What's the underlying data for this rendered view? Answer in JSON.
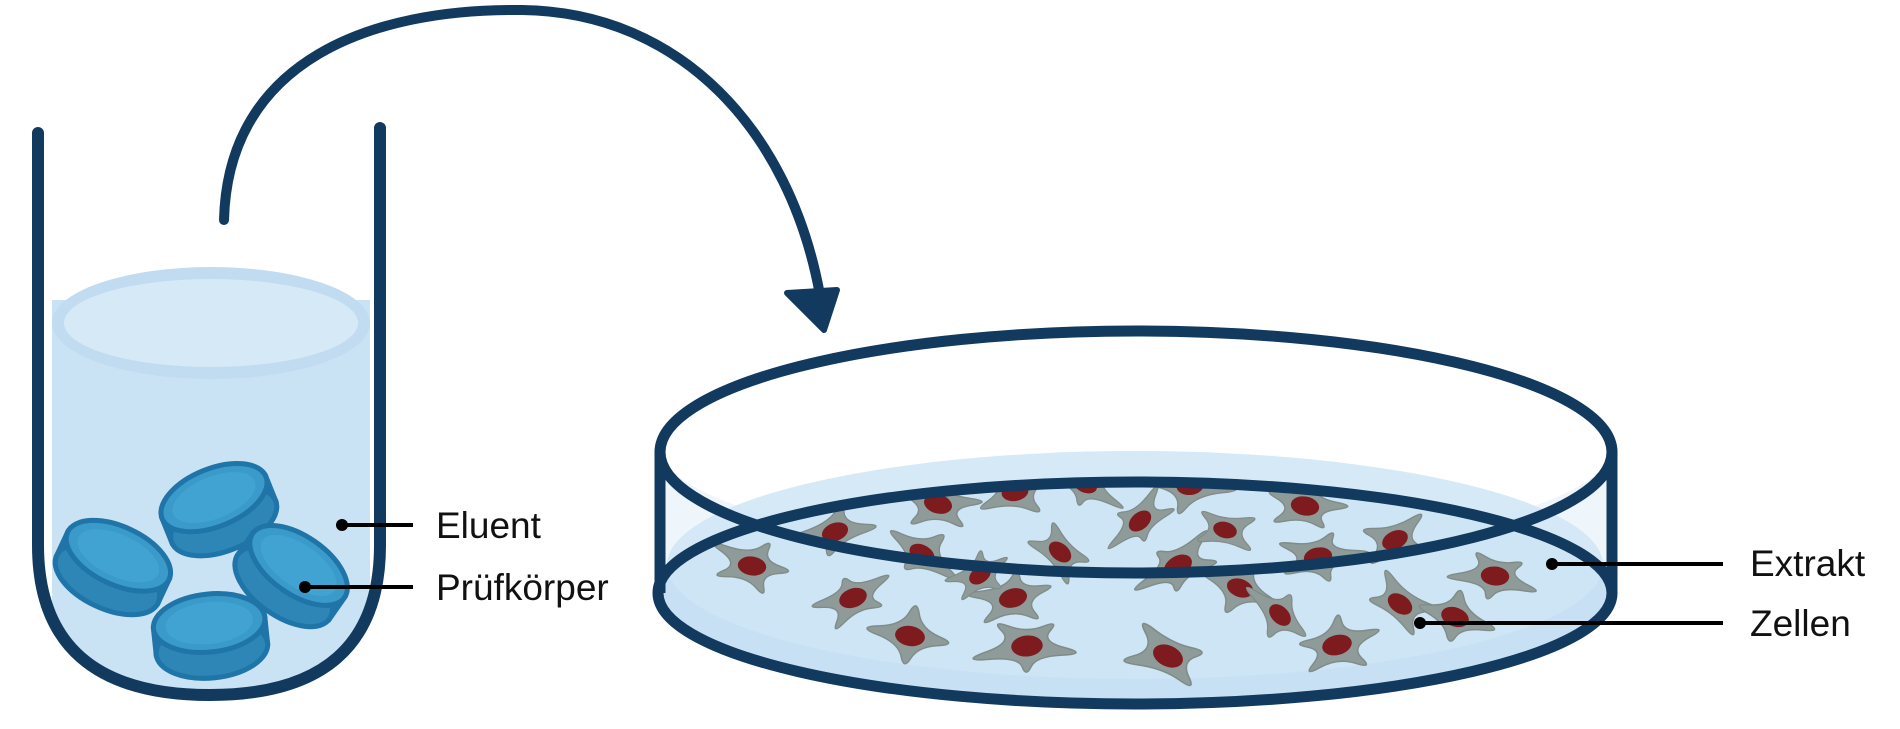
{
  "labels": {
    "eluent": "Eluent",
    "pruefkoerper": "Prüfkörper",
    "extrakt": "Extrakt",
    "zellen": "Zellen"
  },
  "colors": {
    "outline": "#113a5e",
    "liquid_tube": "#c9e2f4",
    "liquid_tube_top": "#d8ebf8",
    "liquid_dish": "#c7e0f3",
    "sample_fill": "#3a9ac9",
    "sample_stroke": "#1f74a8",
    "cell_body": "#8e9b98",
    "cell_nucleus": "#7e1b1f",
    "leader_line": "#000000",
    "text": "#111111"
  },
  "icons": {
    "tube": "test-tube-icon",
    "dish": "petri-dish-icon",
    "arrow": "curved-arrow-icon"
  }
}
